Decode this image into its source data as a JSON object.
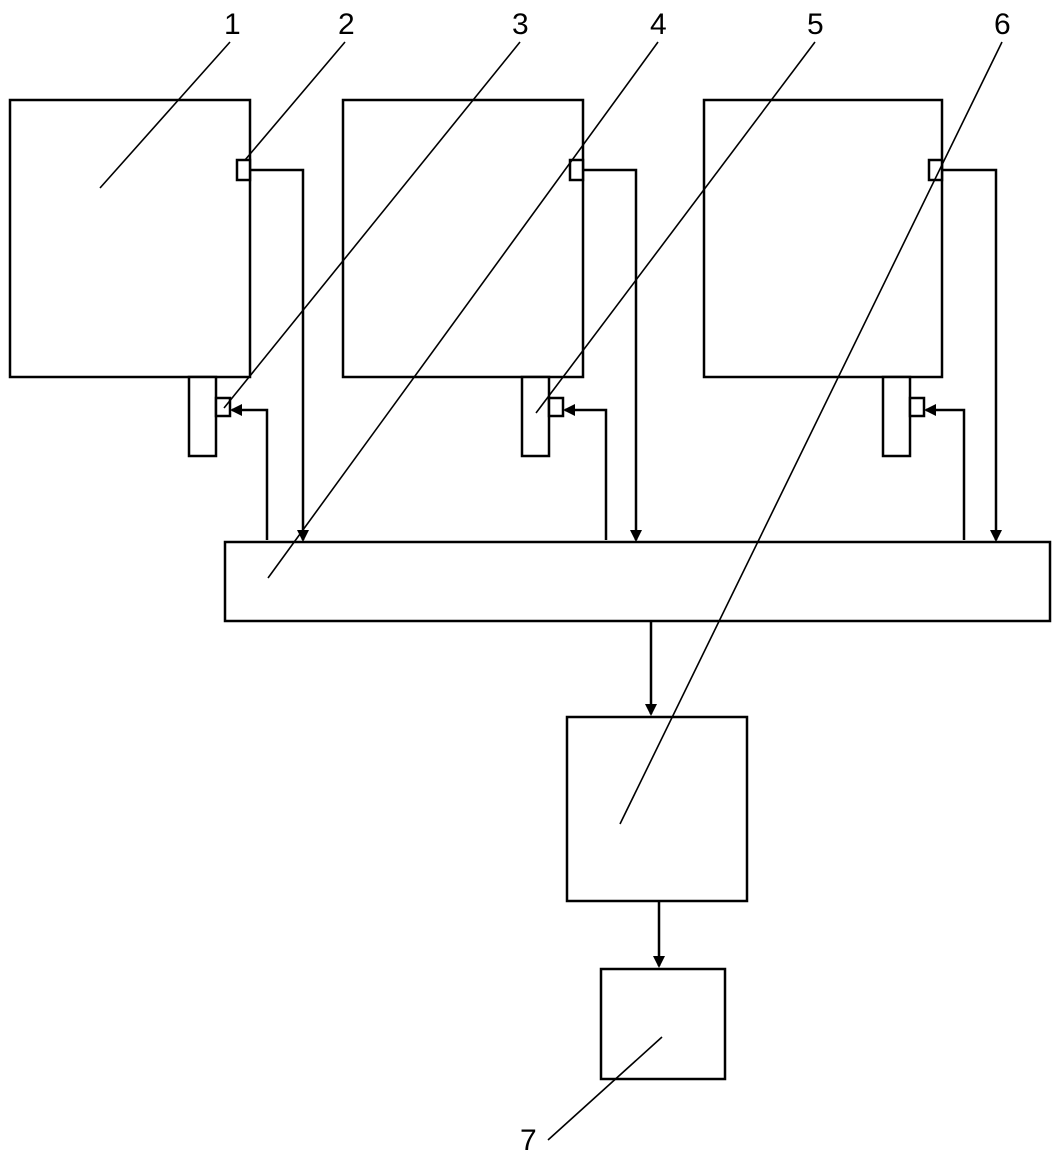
{
  "labels": {
    "l1": "1",
    "l2": "2",
    "l3": "3",
    "l4": "4",
    "l5": "5",
    "l6": "6",
    "l7": "7"
  },
  "colors": {
    "stroke": "#000000",
    "background": "#ffffff"
  }
}
